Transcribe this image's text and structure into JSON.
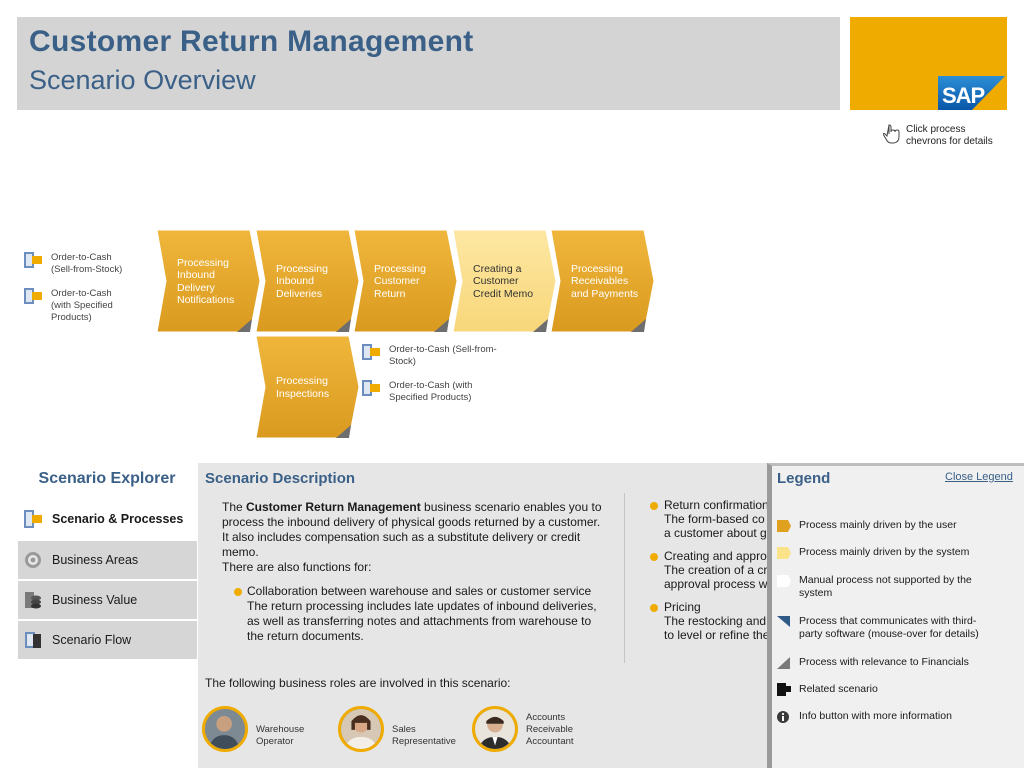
{
  "header": {
    "title": "Customer Return Management",
    "subtitle": "Scenario Overview",
    "logo_text": "SAP",
    "accent_color": "#efab00",
    "title_color": "#3a6088"
  },
  "hint": {
    "icon": "pointer-hand-icon",
    "text_line1": "Click process",
    "text_line2": "chevrons for details"
  },
  "left_links": [
    {
      "line1": "Order-to-Cash",
      "line2": "(Sell-from-Stock)",
      "line3": ""
    },
    {
      "line1": "Order-to-Cash",
      "line2": "(with Specified",
      "line3": "Products)"
    }
  ],
  "chevrons": [
    {
      "label": "Processing Inbound Delivery Notifications",
      "style": "dark"
    },
    {
      "label": "Processing Inbound Deliveries",
      "style": "dark"
    },
    {
      "label": "Processing Customer Return",
      "style": "dark"
    },
    {
      "label": "Creating a Customer Credit Memo",
      "style": "light"
    },
    {
      "label": "Processing Receivables and Payments",
      "style": "dark"
    },
    {
      "label": "Processing Inspections",
      "style": "dark"
    }
  ],
  "inspection_links": [
    {
      "line1": "Order-to-Cash (Sell-from-",
      "line2": "Stock)"
    },
    {
      "line1": "Order-to-Cash (with",
      "line2": "Specified Products)"
    }
  ],
  "explorer": {
    "title": "Scenario Explorer",
    "items": [
      {
        "label": "Scenario & Processes",
        "icon": "scenario-processes-icon",
        "active": true
      },
      {
        "label": "Business Areas",
        "icon": "gear-icon",
        "active": false
      },
      {
        "label": "Business Value",
        "icon": "coins-icon",
        "active": false
      },
      {
        "label": "Scenario Flow",
        "icon": "flow-icon",
        "active": false
      }
    ]
  },
  "description": {
    "title": "Scenario Description",
    "intro_prefix": "The ",
    "intro_bold": "Customer Return Management",
    "intro_rest": " business scenario enables you to process the inbound delivery of physical goods returned by a customer. It also includes compensation such as a substitute delivery or credit memo.",
    "functions_intro": "There are also functions for:",
    "bullet1_title": "Collaboration between warehouse and sales or customer service",
    "bullet1_text": "The return processing includes late updates of inbound deliveries, as well as transferring notes and attachments from warehouse to the return documents.",
    "col2": [
      {
        "title": "Return confirmation",
        "line1": "The form-based co",
        "line2": "a customer about g"
      },
      {
        "title": "Creating and appro",
        "line1": "The creation of a cr",
        "line2": "approval process w"
      },
      {
        "title": "Pricing",
        "line1": "The restocking and",
        "line2": "to level or refine the"
      }
    ],
    "roles_intro": "The following business roles are involved in this scenario:",
    "roles": [
      {
        "line1": "Warehouse",
        "line2": "Operator",
        "line3": ""
      },
      {
        "line1": "Sales",
        "line2": "Representative",
        "line3": ""
      },
      {
        "line1": "Accounts",
        "line2": "Receivable",
        "line3": "Accountant"
      }
    ]
  },
  "legend": {
    "title": "Legend",
    "close": "Close Legend",
    "items": [
      {
        "text": "Process mainly driven by the user",
        "icon": "user-driven-icon"
      },
      {
        "text": "Process mainly driven by the system",
        "icon": "system-driven-icon"
      },
      {
        "text": "Manual process not supported by the system",
        "icon": "manual-process-icon"
      },
      {
        "text": "Process that communicates with third-party software (mouse-over for details)",
        "icon": "third-party-icon"
      },
      {
        "text": "Process with relevance to Financials",
        "icon": "financials-icon"
      },
      {
        "text": "Related scenario",
        "icon": "related-scenario-icon"
      },
      {
        "text": "Info button with more information",
        "icon": "info-icon"
      }
    ]
  }
}
